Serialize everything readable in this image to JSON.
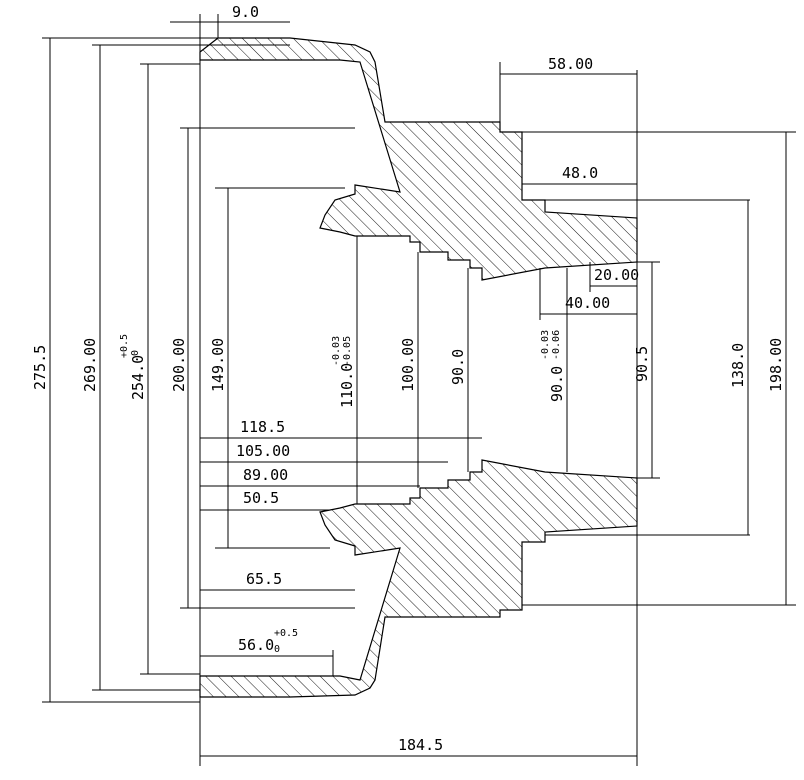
{
  "dimensions": {
    "flange_thickness": "9.0",
    "top_step_width": "58.00",
    "mid_step_width": "48.0",
    "bore_step_20": "20.00",
    "bore_step_40": "40.00",
    "overall_diameter": "275.5",
    "dia_269": "269.00",
    "dia_254": "254.0",
    "dia_254_tol_upper": "+0.5",
    "dia_254_tol_lower": "0",
    "dia_200": "200.00",
    "dia_149": "149.00",
    "dia_110": "110.0",
    "dia_110_tol_upper": "-0.03",
    "dia_110_tol_lower": "-0.05",
    "dia_100": "100.00",
    "dia_90": "90.0",
    "dia_90_tol": "90.0",
    "dia_90_tol_upper": "-0.03",
    "dia_90_tol_lower": "-0.06",
    "dia_90_5": "90.5",
    "dia_138": "138.0",
    "dia_198": "198.00",
    "depth_118_5": "118.5",
    "depth_105": "105.00",
    "depth_89": "89.00",
    "depth_50_5": "50.5",
    "depth_65_5": "65.5",
    "depth_56": "56.0",
    "depth_56_tol_upper": "+0.5",
    "depth_56_tol_lower": "0",
    "overall_length": "184.5"
  }
}
